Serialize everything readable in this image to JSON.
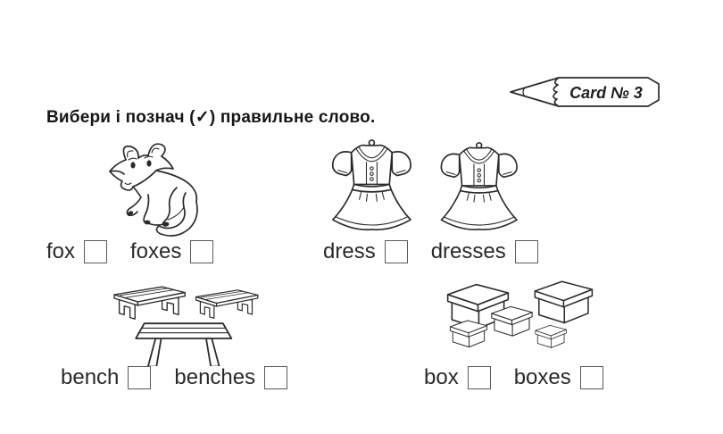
{
  "page": {
    "background": "#ffffff",
    "ink": "#2b2b2b"
  },
  "header": {
    "card_label": "Card № 3",
    "instruction": "Вибери і познач (✓) правильне слово."
  },
  "exercises": [
    {
      "name": "fox",
      "illustration": "fox-drawing",
      "options": [
        {
          "word": "fox",
          "checked": false
        },
        {
          "word": "foxes",
          "checked": false
        }
      ]
    },
    {
      "name": "dress",
      "illustration": "two-dresses-drawing",
      "options": [
        {
          "word": "dress",
          "checked": false
        },
        {
          "word": "dresses",
          "checked": false
        }
      ]
    },
    {
      "name": "bench",
      "illustration": "three-benches-drawing",
      "options": [
        {
          "word": "bench",
          "checked": false
        },
        {
          "word": "benches",
          "checked": false
        }
      ]
    },
    {
      "name": "box",
      "illustration": "five-boxes-drawing",
      "options": [
        {
          "word": "box",
          "checked": false
        },
        {
          "word": "boxes",
          "checked": false
        }
      ]
    }
  ]
}
